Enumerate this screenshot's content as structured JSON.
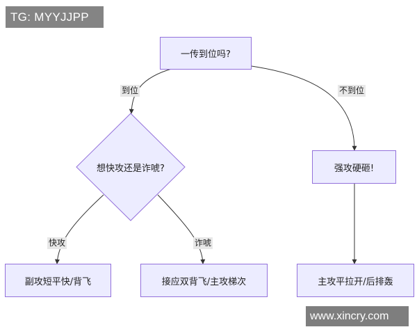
{
  "watermarks": {
    "top_left": "TG: MYYJJPP",
    "bottom_right": "www.xincry.com"
  },
  "nodes": {
    "start": "一传到位吗?",
    "decision": "想快攻还是诈唬?",
    "hard_attack": "强攻硬砸!",
    "quick": "副攻短平快/背飞",
    "bluff": "接应双背飞/主攻梯次",
    "main": "主攻平拉开/后排轰"
  },
  "edges": {
    "yes": "到位",
    "no": "不到位",
    "quick": "快攻",
    "bluff": "诈唬"
  },
  "colors": {
    "node_fill": "#ececff",
    "node_border": "#9370db",
    "edge": "#333333",
    "edge_label_bg": "#e8e8e8"
  }
}
